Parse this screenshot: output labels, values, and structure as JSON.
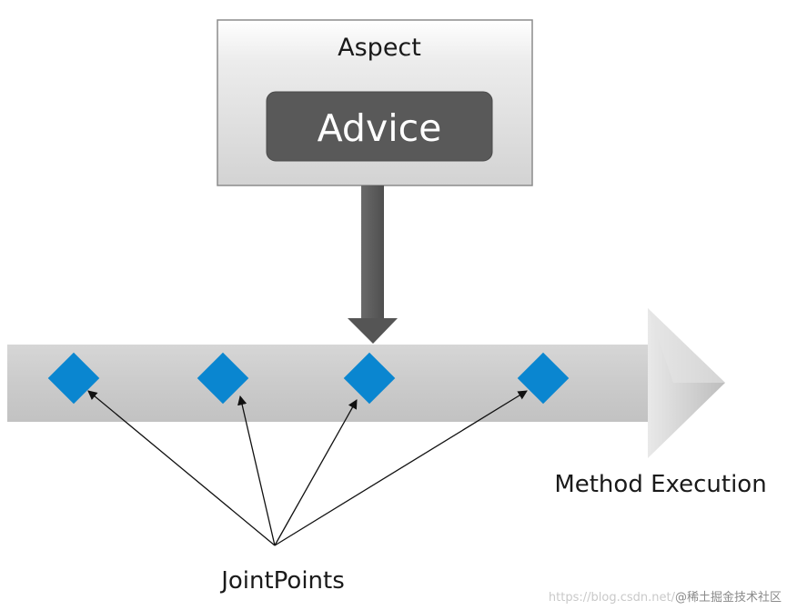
{
  "aspect": {
    "title": "Aspect",
    "advice_label": "Advice"
  },
  "timeline": {
    "label": "Method Execution"
  },
  "joinpoints": {
    "label": "JointPoints",
    "count": 4,
    "color": "#0a86d0"
  },
  "colors": {
    "aspect_box": "#e6e6e6",
    "advice_box": "#595959",
    "arrow_down": "#595959",
    "timeline_arrow": "#cccccc"
  },
  "watermark": {
    "prefix": "https://blog.csdn.net/",
    "text": "@稀土掘金技术社区"
  }
}
